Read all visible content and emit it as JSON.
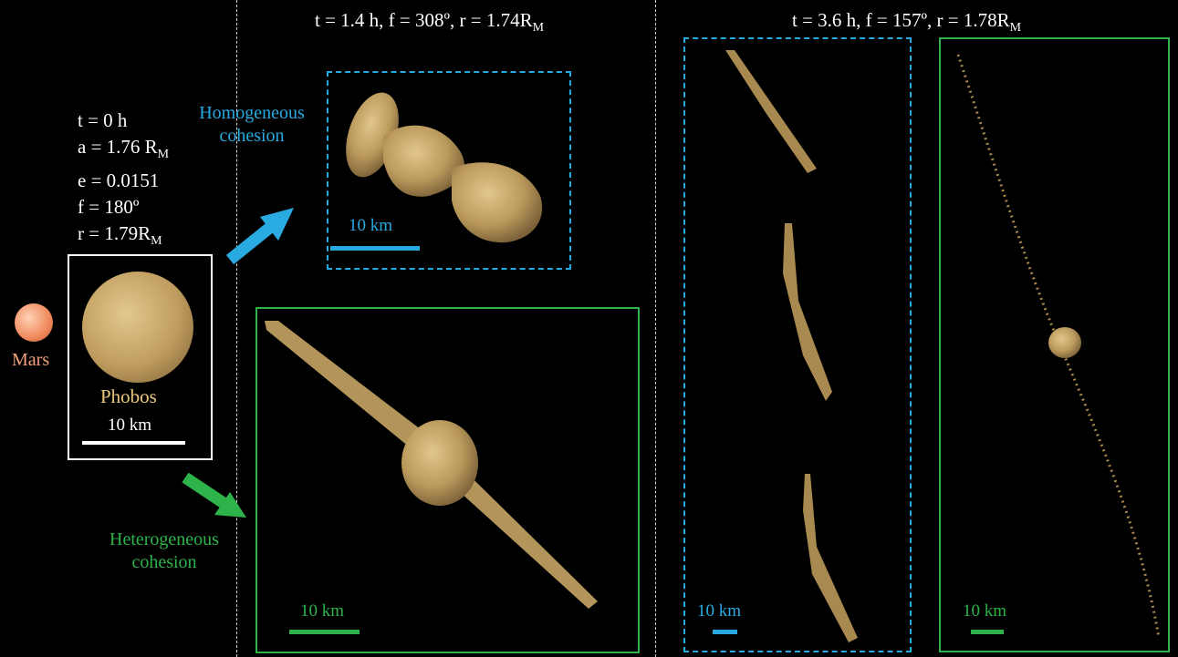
{
  "header_left": "t = 1.4 h, f = 308º, r = 1.74R",
  "header_left_sub": "M",
  "header_right": "t = 3.6 h, f = 157º, r = 1.78R",
  "header_right_sub": "M",
  "params": {
    "t": "t = 0 h",
    "a": "a = 1.76 R",
    "a_sub": "M",
    "e": "e = 0.0151",
    "f": "f = 180º",
    "r": "r = 1.79R",
    "r_sub": "M"
  },
  "mars_label": "Mars",
  "phobos_label": "Phobos",
  "scale_label": "10 km",
  "homogeneous_label_1": "Homogeneous",
  "homogeneous_label_2": "cohesion",
  "heterogeneous_label_1": "Heterogeneous",
  "heterogeneous_label_2": "cohesion",
  "colors": {
    "blue": "#29abe2",
    "green": "#2db34a",
    "particle": "#c9a86a",
    "mars": "#f08a5d"
  }
}
